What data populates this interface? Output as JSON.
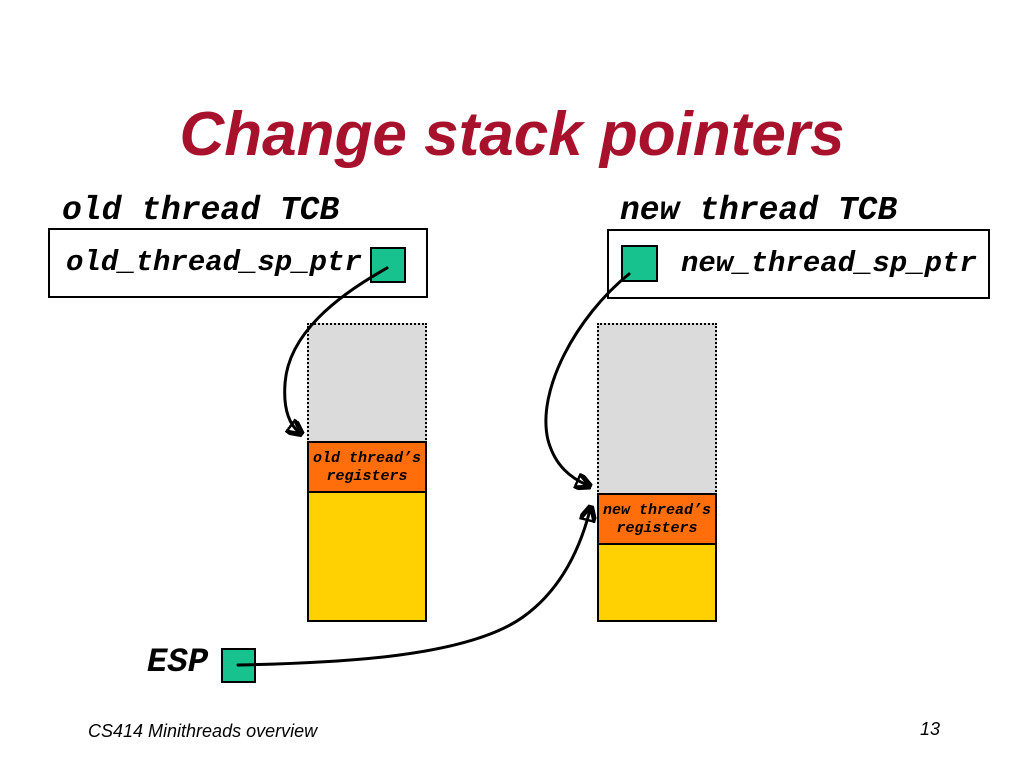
{
  "title": "Change stack pointers",
  "old_tcb": {
    "label": "old thread TCB",
    "field": "old_thread_sp_ptr"
  },
  "new_tcb": {
    "label": "new thread TCB",
    "field": "new_thread_sp_ptr"
  },
  "old_stack": {
    "registers_line1": "old thread’s",
    "registers_line2": "registers"
  },
  "new_stack": {
    "registers_line1": "new thread’s",
    "registers_line2": "registers"
  },
  "esp": {
    "label": "ESP"
  },
  "footer": {
    "course": "CS414 Minithreads overview",
    "page_number": "13"
  },
  "colors": {
    "title_red": "#A8112B",
    "pointer_green": "#17C28F",
    "registers_orange": "#FF6E0A",
    "stack_yellow": "#FFD103",
    "unused_gray": "#DBDBDB",
    "arrow_black": "#000000"
  }
}
